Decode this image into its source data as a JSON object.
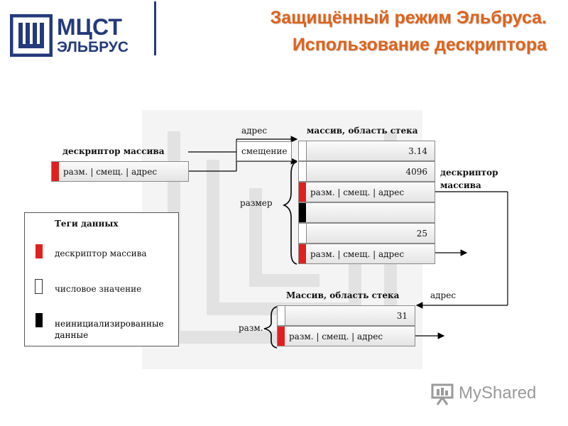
{
  "header": {
    "logo_line1": "МЦСТ",
    "logo_line2": "ЭЛЬБРУС",
    "title_line1": "Защищённый режим Эльбруса.",
    "title_line2": "Использование дескриптора"
  },
  "diagram": {
    "descriptor_label": "дескриптор массива",
    "descriptor_fields": "разм. | смещ. | адрес",
    "address_label": "адрес",
    "offset_label": "смещение",
    "size_label": "размер",
    "array1_title": "массив, область стека",
    "array1_rows": [
      "3.14",
      "4096",
      "разм. | смещ. | адрес",
      "",
      "25",
      "разм. | смещ. | адрес"
    ],
    "descriptor_label_right_1": "дескриптор",
    "descriptor_label_right_2": "массива",
    "array2_title": "Массив, область стека",
    "array2_address_label": "адрес",
    "array2_size_label": "разм.",
    "array2_rows": [
      "31",
      "разм. | смещ. | адрес"
    ]
  },
  "legend": {
    "title": "Теги данных",
    "items": [
      {
        "label": "дескриптор массива",
        "color": "#e0201f"
      },
      {
        "label": "числовое значение",
        "color": "#ffffff"
      },
      {
        "label": "неинициализированные данные",
        "color": "#000000"
      }
    ]
  },
  "watermark": {
    "text": "MyShared"
  },
  "colors": {
    "title": "#e0631a",
    "logo": "#243a7c",
    "tag_descriptor": "#e0201f",
    "tag_uninit": "#000000"
  }
}
